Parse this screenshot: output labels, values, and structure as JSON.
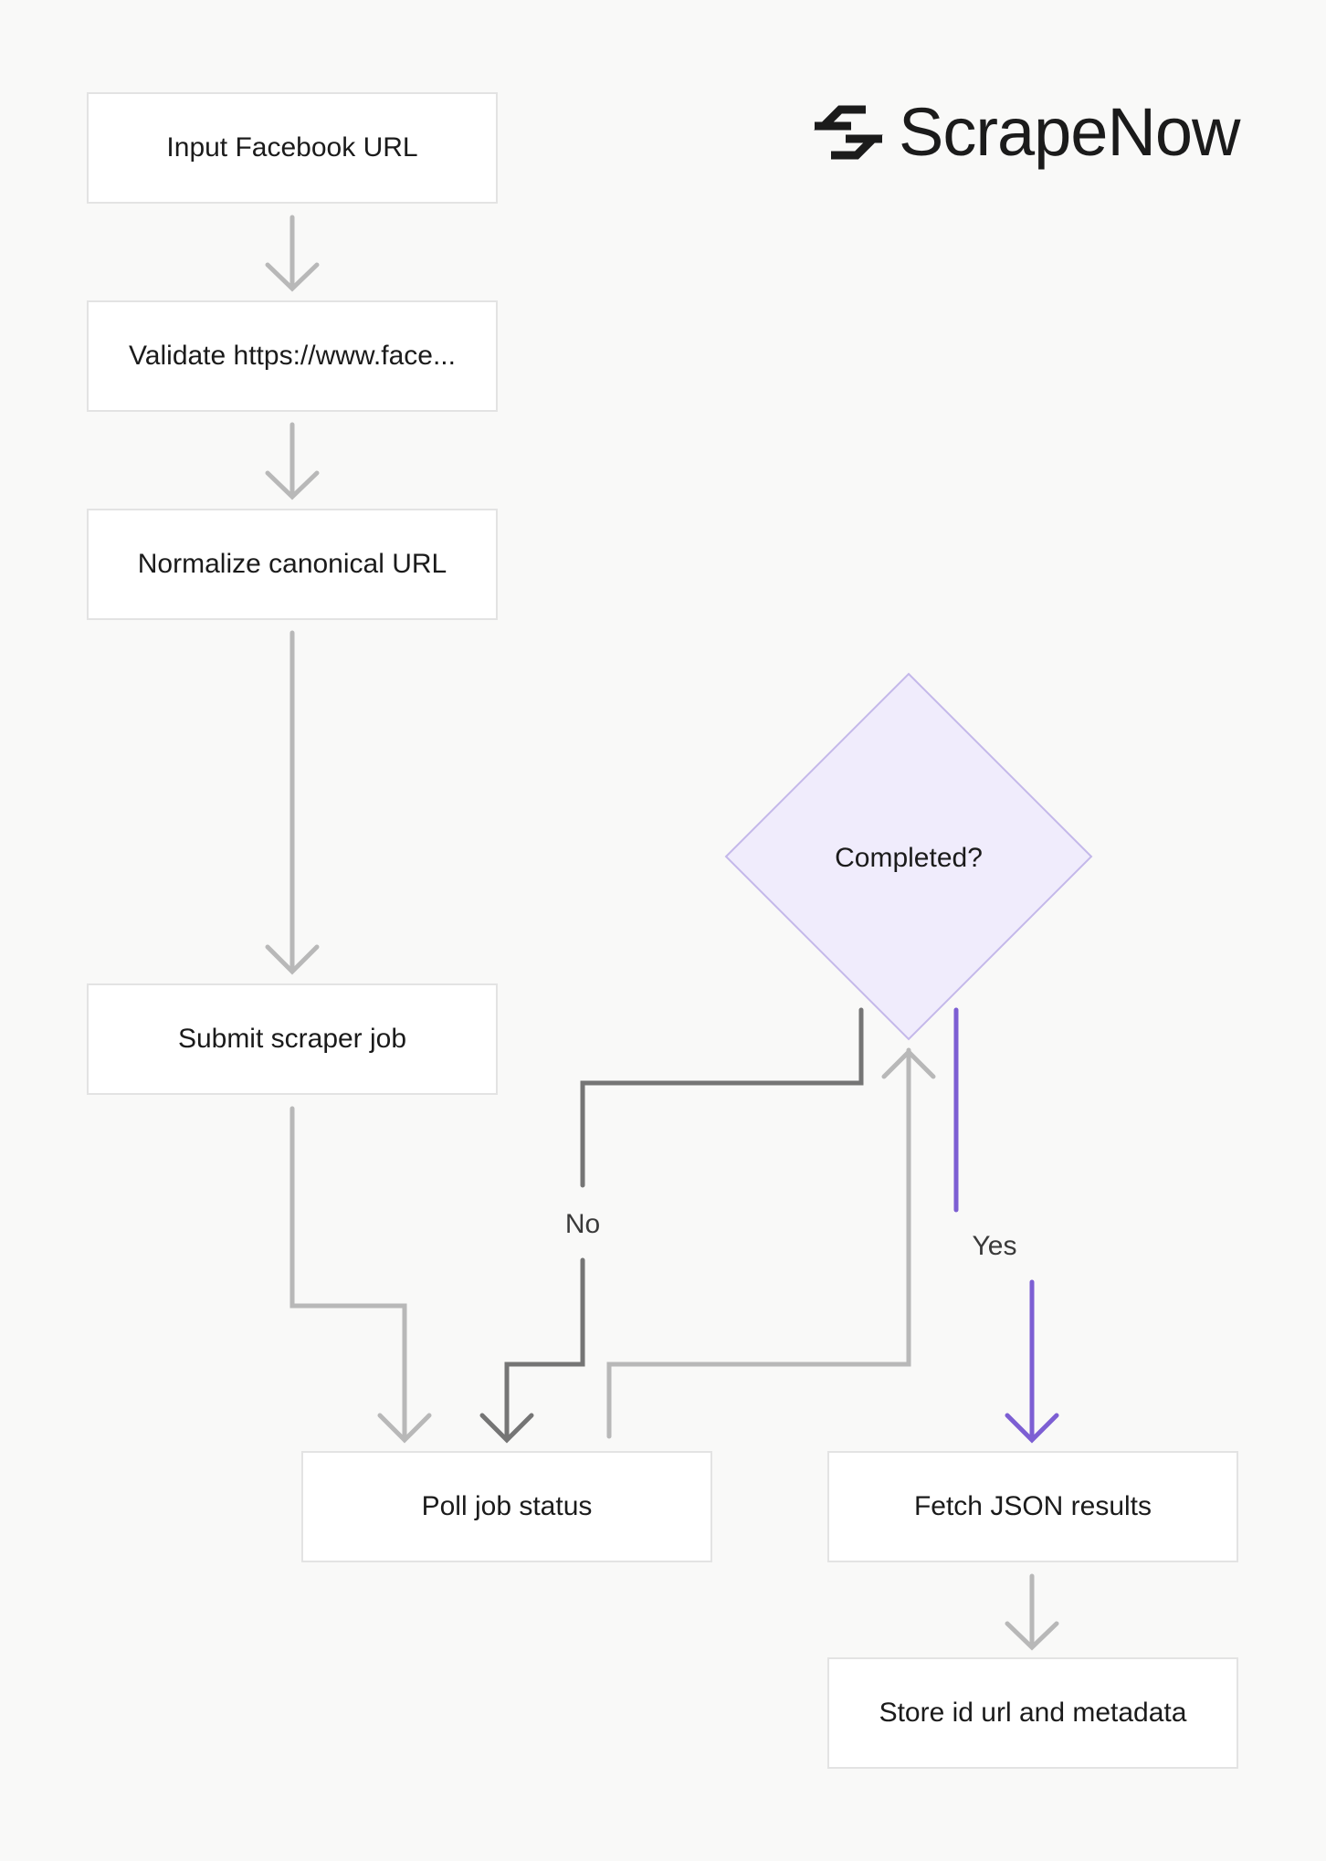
{
  "brand": {
    "name": "ScrapeNow",
    "icon": "scrapenow-logo-icon"
  },
  "colors": {
    "background": "#f9f9f8",
    "box_border": "#e3e3e3",
    "connector": "#b8b8b8",
    "connector_no": "#757575",
    "connector_yes": "#7d5fd3",
    "decision_fill": "#f0ecfc",
    "decision_border": "#c4b8ea"
  },
  "steps": {
    "input_url": "Input Facebook URL",
    "validate": "Validate https://www.face...",
    "normalize": "Normalize canonical URL",
    "submit_job": "Submit scraper job",
    "poll_status": "Poll job status",
    "fetch_results": "Fetch JSON results",
    "store": "Store id url and metadata"
  },
  "decision": {
    "question": "Completed?",
    "no_label": "No",
    "yes_label": "Yes"
  }
}
